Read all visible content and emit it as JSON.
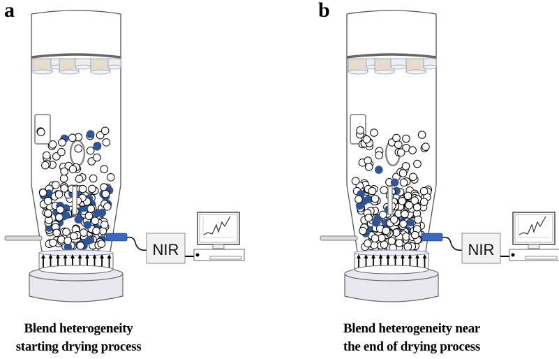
{
  "panels": [
    {
      "id": "a",
      "label": "a",
      "caption_line1": "Blend heterogeneity",
      "caption_line2": "starting drying process",
      "device_label": "NIR",
      "state": "heterogeneous"
    },
    {
      "id": "b",
      "label": "b",
      "caption_line1": "Blend heterogeneity near",
      "caption_line2": "the end of drying process",
      "device_label": "NIR",
      "state": "near-homogeneous"
    }
  ],
  "colors": {
    "api_particle": "#2f5597",
    "excipient_particle": "#ffffff",
    "particle_outline": "#000000",
    "probe": "#3a66c4",
    "filter_bag": "#e6dccb",
    "vessel_outline": "#555555",
    "base_fill": "#e8e8ee",
    "nir_box": "#f2f2f2"
  }
}
